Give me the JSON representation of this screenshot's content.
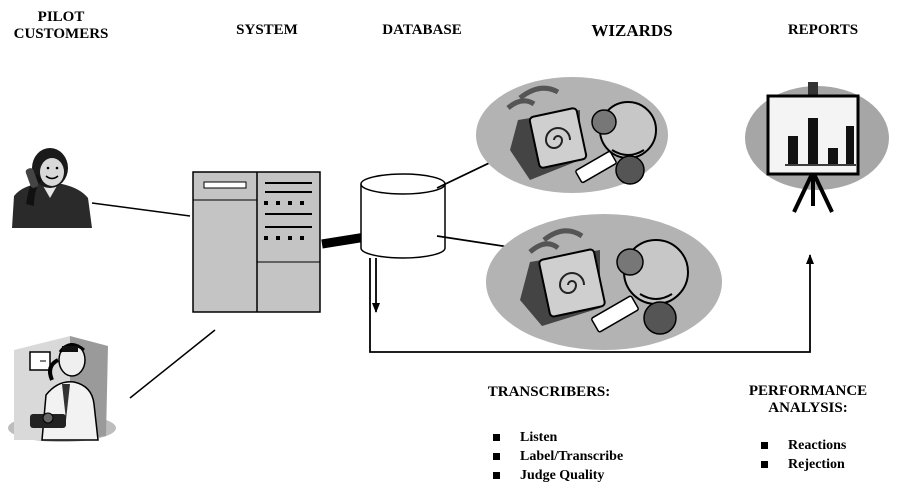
{
  "headers": {
    "pilot_customers_line1": "PILOT",
    "pilot_customers_line2": "CUSTOMERS",
    "system": "SYSTEM",
    "database": "DATABASE",
    "wizards": "WIZARDS",
    "reports": "REPORTS"
  },
  "transcribers": {
    "title": "TRANSCRIBERS:",
    "items": [
      "Listen",
      "Label/Transcribe",
      "Judge Quality"
    ]
  },
  "performance": {
    "title_line1": "PERFORMANCE",
    "title_line2": "ANALYSIS:",
    "items": [
      "Reactions",
      "Rejection"
    ]
  }
}
